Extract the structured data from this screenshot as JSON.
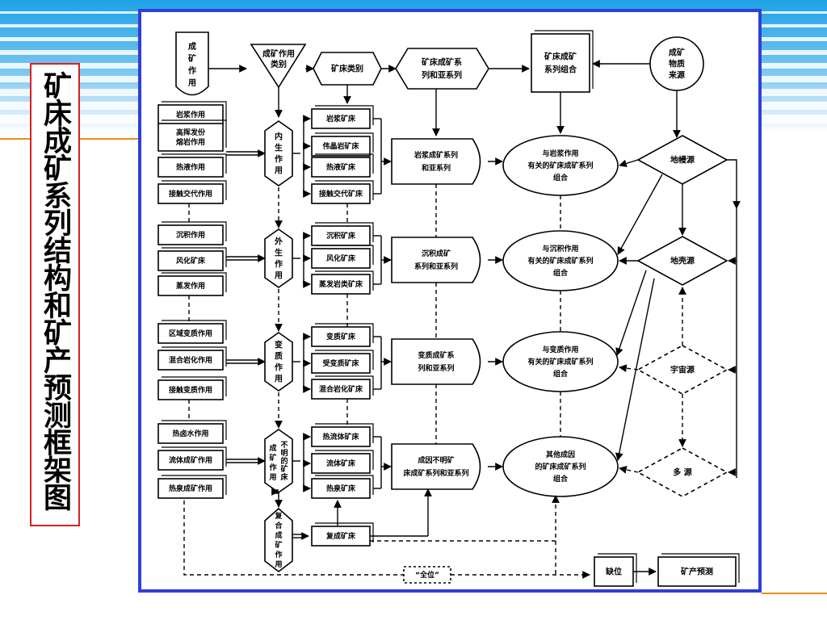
{
  "title": "矿床成矿系列结构和矿产预测框架图",
  "colors": {
    "frame_border": "#2f3fd8",
    "title_border": "#d92020",
    "accent_line": "#e58f1e",
    "stripe_dark": "#1da1e6",
    "stripe_light": "#dff2fb"
  },
  "diagram": {
    "top": {
      "cheng_kuang_zuo_yong": [
        "成",
        "矿",
        "作",
        "用"
      ],
      "zuo_yong_lei_bie": [
        "成矿作用",
        "类别"
      ],
      "kuang_chuang_lei_bie": "矿床类别",
      "xi_lie": [
        "矿床成矿系",
        "列和亚系列"
      ],
      "zu_he": [
        "矿床成矿",
        "系列组合"
      ],
      "wu_zhi": [
        "成矿",
        "物质",
        "来源"
      ]
    },
    "groups": [
      {
        "processes": [
          [
            "岩浆作用"
          ],
          [
            "高挥发份",
            "熔岩作用"
          ],
          [
            "热液作用"
          ],
          [
            "接触交代作用"
          ]
        ],
        "category": [
          "内",
          "生",
          "作",
          "用"
        ],
        "deposits": [
          "岩浆矿床",
          "伟晶岩矿床",
          "热液矿床",
          "接触交代矿床"
        ],
        "series": [
          "岩浆成矿系列",
          "和亚系列"
        ],
        "combo": [
          "与岩浆作用",
          "有关的矿床成矿系列",
          "组合"
        ],
        "source": "地幔源"
      },
      {
        "processes": [
          [
            "沉积作用"
          ],
          [
            "风化矿床"
          ],
          [
            "蒸发作用"
          ]
        ],
        "category": [
          "外",
          "生",
          "作",
          "用"
        ],
        "deposits": [
          "沉积矿床",
          "风化矿床",
          "蒸发岩类矿床"
        ],
        "series": [
          "沉积成矿",
          "系列和亚系列"
        ],
        "combo": [
          "与沉积作用",
          "有关的矿床成矿系列",
          "组合"
        ],
        "source": "地壳源"
      },
      {
        "processes": [
          [
            "区域变质作用"
          ],
          [
            "混合岩化作用"
          ],
          [
            "接触变质作用"
          ]
        ],
        "category": [
          "变",
          "质",
          "作",
          "用"
        ],
        "deposits": [
          "变质矿床",
          "受变质矿床",
          "混合岩化矿床"
        ],
        "series": [
          "变质成矿系",
          "列和亚系列"
        ],
        "combo": [
          "与变质作用",
          "有关的矿床成矿系列",
          "组合"
        ],
        "source": "宇宙源"
      },
      {
        "processes": [
          [
            "热卤水作用"
          ],
          [
            "流体成矿作用"
          ],
          [
            "热泉成矿作用"
          ]
        ],
        "category": [
          "成",
          "矿",
          "作",
          "用"
        ],
        "category2": [
          "不",
          "明",
          "的",
          "矿",
          "床"
        ],
        "deposits": [
          "热流体矿床",
          "流体矿床",
          "热泉矿床"
        ],
        "series": [
          "成因不明矿",
          "床成矿系列和亚系列"
        ],
        "combo": [
          "其他成因",
          "的矿床成矿系列",
          "组合"
        ],
        "source": "多  源"
      }
    ],
    "compound": {
      "process": [
        "复",
        "合",
        "成",
        "矿",
        "作",
        "用"
      ],
      "deposit": "复成矿床"
    },
    "bottom": {
      "quanwei": "“全位”",
      "quewei": "缺位",
      "yuce": "矿产预测"
    }
  }
}
